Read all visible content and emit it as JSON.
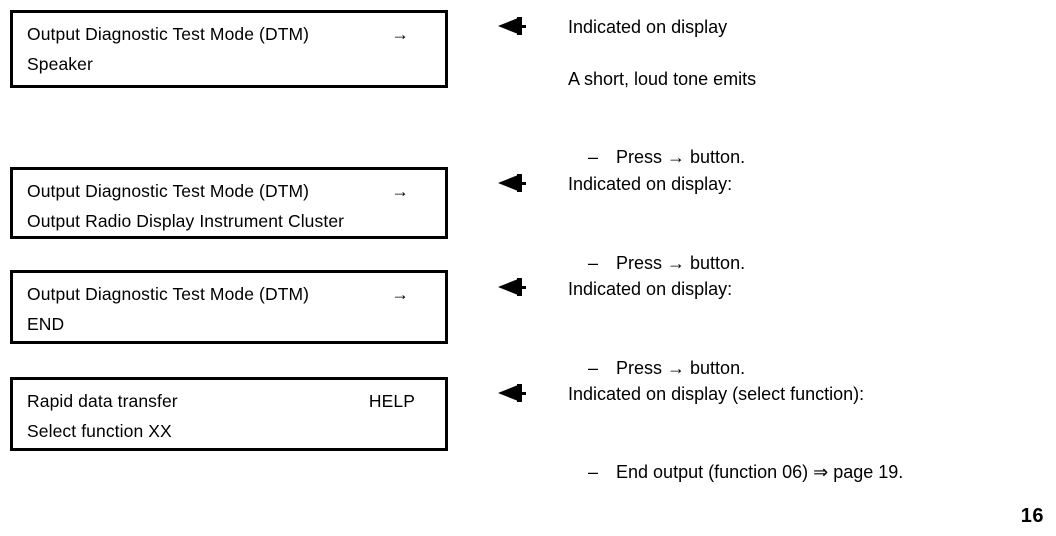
{
  "page": {
    "number": "16",
    "marker_icon": "left-arrowhead-icon"
  },
  "displays": [
    {
      "line1_label": "Output Diagnostic Test Mode (DTM)",
      "line1_suffix": "→",
      "line2_label": "Speaker"
    },
    {
      "line1_label": "Output Diagnostic Test Mode (DTM)",
      "line1_suffix": "→",
      "line2_label": "Output Radio Display Instrument Cluster"
    },
    {
      "line1_label": "Output Diagnostic Test Mode (DTM)",
      "line1_suffix": "→",
      "line2_label": "END"
    },
    {
      "line1_label": "Rapid data transfer",
      "line1_suffix": "HELP",
      "line2_label": "Select function XX"
    }
  ],
  "notes": [
    {
      "heading": "Indicated on display",
      "detail": "A short, loud tone emits",
      "dash": "–",
      "step": "Press → button."
    },
    {
      "heading": "Indicated on display:",
      "dash": "–",
      "step": "Press → button."
    },
    {
      "heading": "Indicated on display:",
      "dash": "–",
      "step": "Press → button."
    },
    {
      "heading": "Indicated on display (select function):",
      "dash": "–",
      "step": "End output (function 06) ⇒ page 19."
    }
  ]
}
